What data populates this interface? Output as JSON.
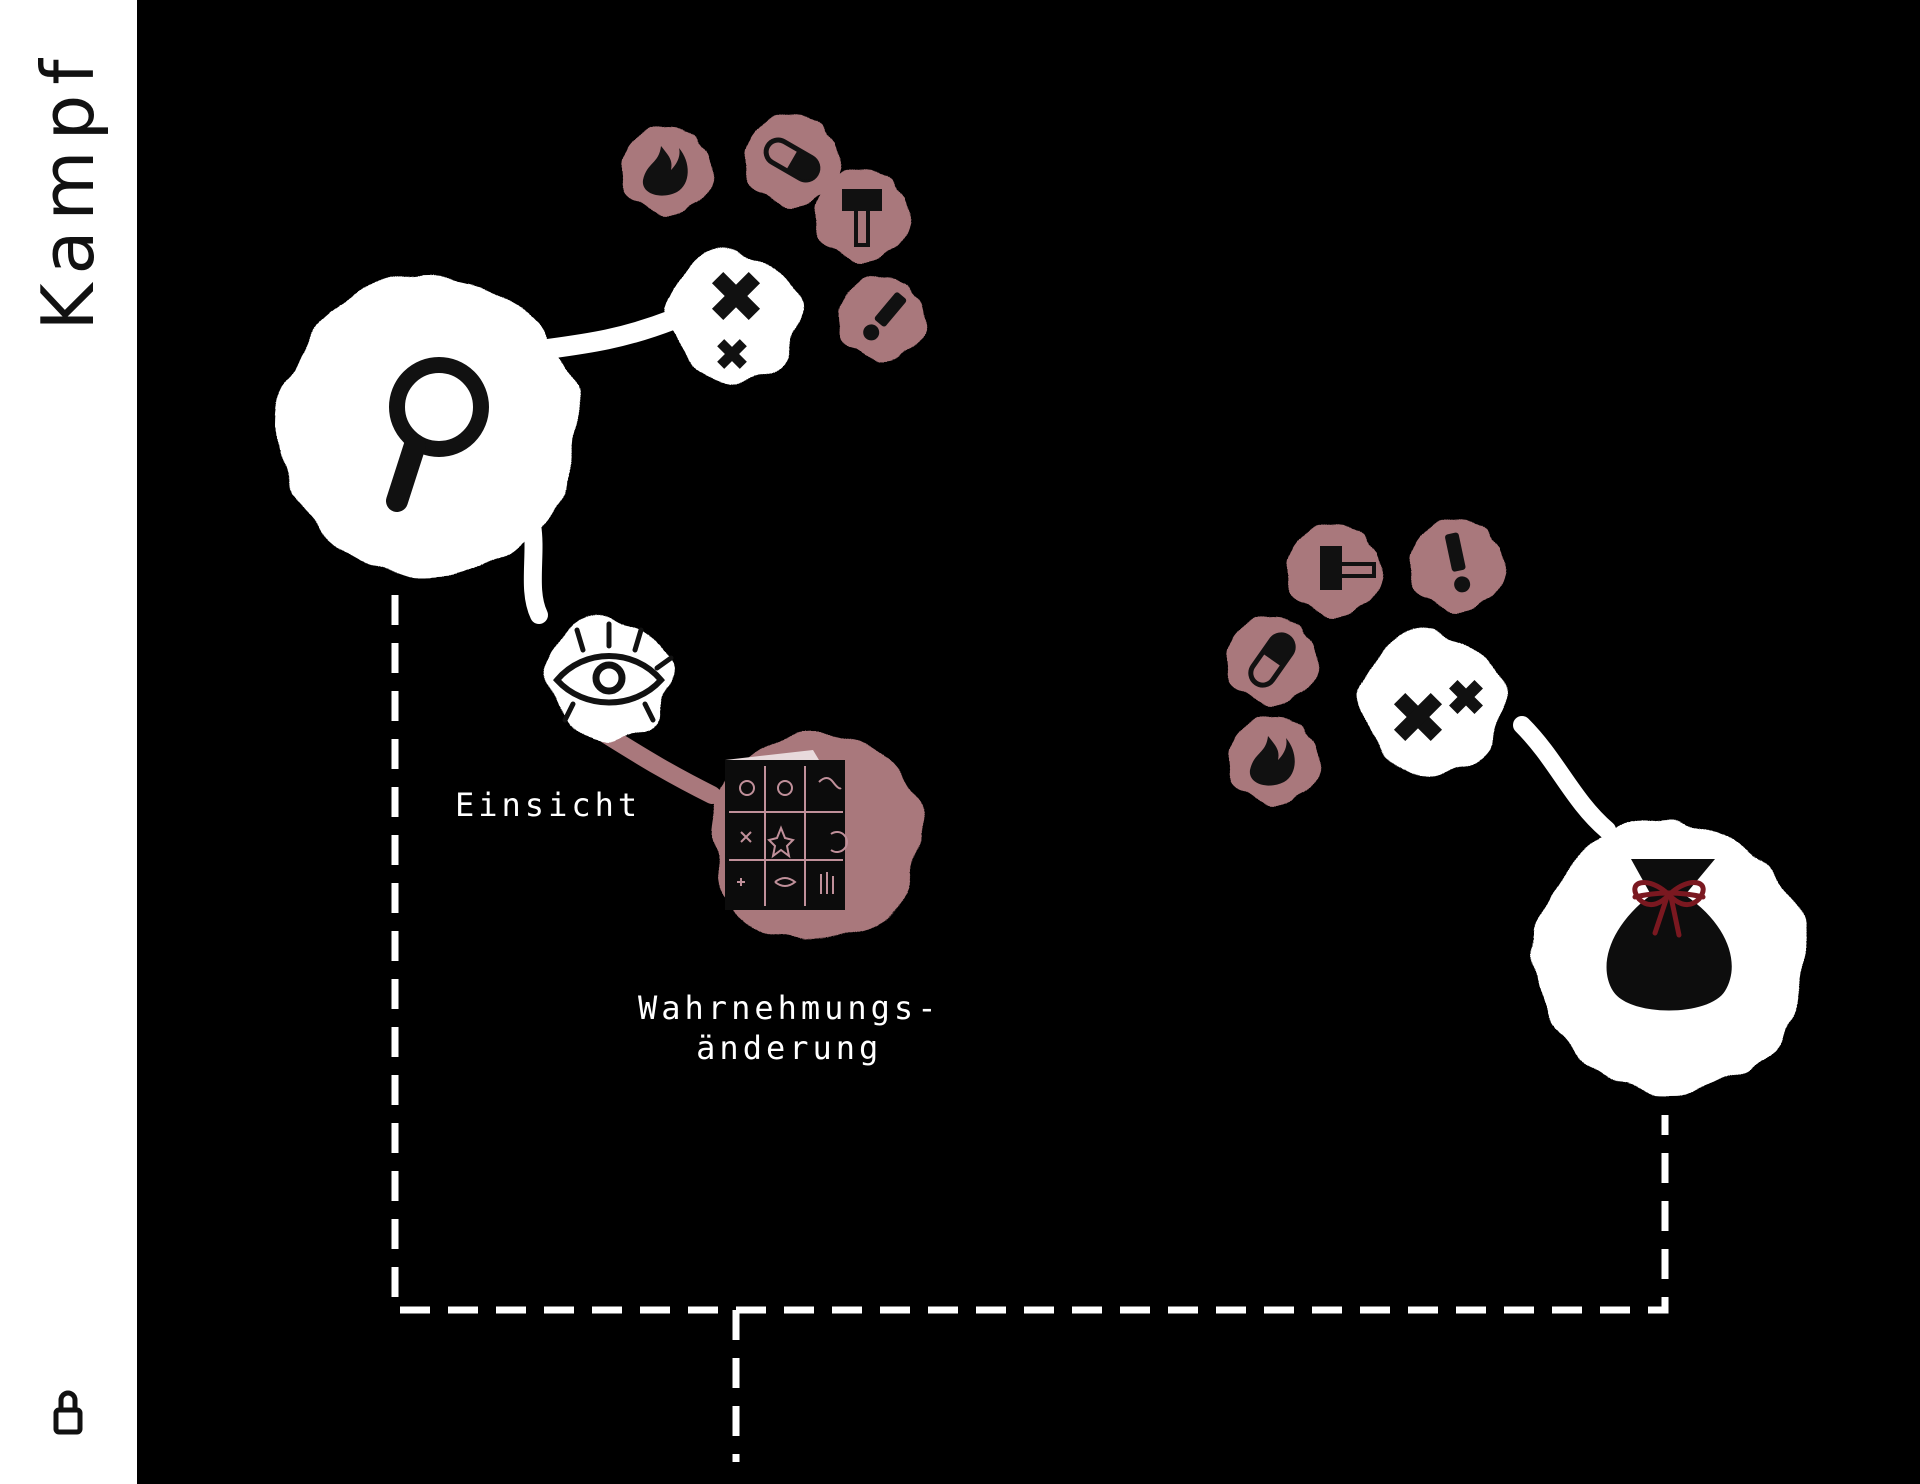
{
  "sidebar": {
    "title": "Kampf",
    "badge": "lock-icon"
  },
  "nodes": {
    "magnifier": {
      "icon": "magnifier-icon"
    },
    "crosses_top": {
      "icon": "crosses-icon"
    },
    "eye": {
      "icon": "eye-icon",
      "label": "Einsicht"
    },
    "card": {
      "icon": "symbol-card-icon",
      "label_line1": "Wahrnehmungs-",
      "label_line2": "änderung"
    },
    "crosses_right": {
      "icon": "crosses-icon"
    },
    "pouch": {
      "icon": "pouch-icon"
    },
    "mini_top": [
      "flame-icon",
      "capsule-icon",
      "hammer-icon",
      "exclamation-icon"
    ],
    "mini_right": [
      "hammer-icon",
      "exclamation-icon",
      "capsule-icon",
      "flame-icon"
    ]
  },
  "colors": {
    "background": "#000000",
    "sidebar": "#ffffff",
    "blot_main": "#ffffff",
    "blot_secondary": "#a9787c",
    "ribbon": "#7a1820",
    "connector": "#ffffff"
  }
}
